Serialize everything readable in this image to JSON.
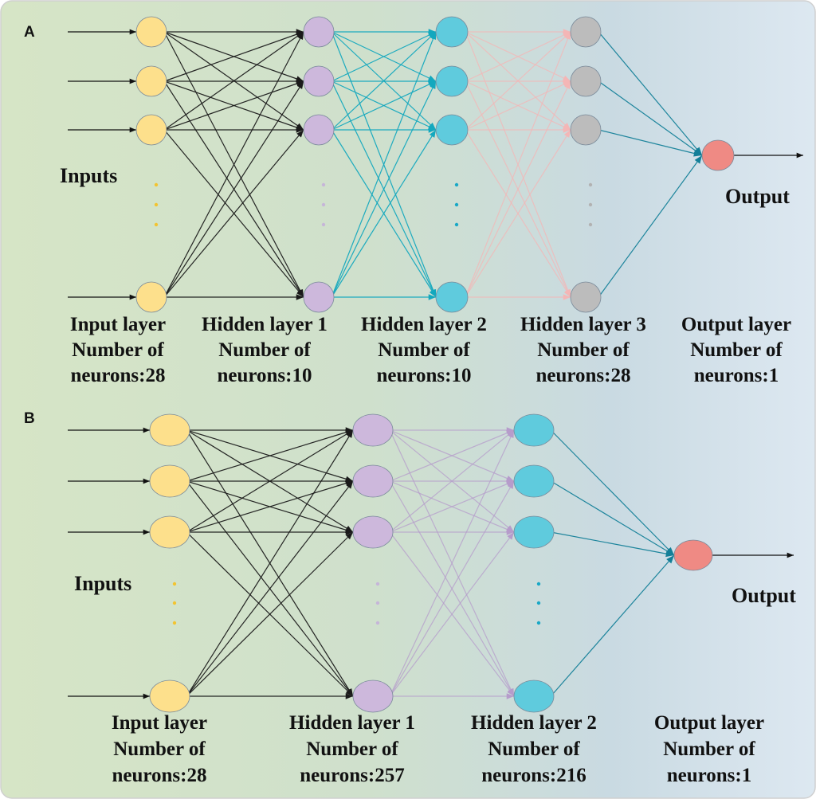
{
  "panels": {
    "a": {
      "letter": "A",
      "inputs_label": "Inputs",
      "output_label": "Output",
      "layers": [
        {
          "name": "Input layer",
          "count_caption": "Number of",
          "neurons": "neurons:28",
          "color": "#fde08c",
          "edge_color": "#1a1a1a"
        },
        {
          "name": "Hidden layer 1",
          "count_caption": "Number of",
          "neurons": "neurons:10",
          "color": "#cdb8dc",
          "edge_color": "#13a8be"
        },
        {
          "name": "Hidden layer 2",
          "count_caption": "Number of",
          "neurons": "neurons:10",
          "color": "#5fcbdd",
          "edge_color": "#f4b6b6"
        },
        {
          "name": "Hidden layer 3",
          "count_caption": "Number of",
          "neurons": "neurons:28",
          "color": "#bcbcbc",
          "edge_color": "#137f98"
        },
        {
          "name": "Output layer",
          "count_caption": "Number of",
          "neurons": "neurons:1",
          "color": "#ef8a84",
          "edge_color": "#111111"
        }
      ]
    },
    "b": {
      "letter": "B",
      "inputs_label": "Inputs",
      "output_label": "Output",
      "layers": [
        {
          "name": "Input layer",
          "count_caption": "Number of",
          "neurons": "neurons:28",
          "color": "#fde08c",
          "edge_color": "#1a1a1a"
        },
        {
          "name": "Hidden layer 1",
          "count_caption": "Number of",
          "neurons": "neurons:257",
          "color": "#cdb8dc",
          "edge_color": "#b69ccb"
        },
        {
          "name": "Hidden layer 2",
          "count_caption": "Number of",
          "neurons": "neurons:216",
          "color": "#5fcbdd",
          "edge_color": "#137f98"
        },
        {
          "name": "Output layer",
          "count_caption": "Number of",
          "neurons": "neurons:1",
          "color": "#ef8a84",
          "edge_color": "#111111"
        }
      ]
    }
  },
  "colors": {
    "background_left": "#d8e6c8",
    "background_mid": "#c8dcc8",
    "background_right": "#dbe6ef",
    "border": "#cfcfcf"
  }
}
